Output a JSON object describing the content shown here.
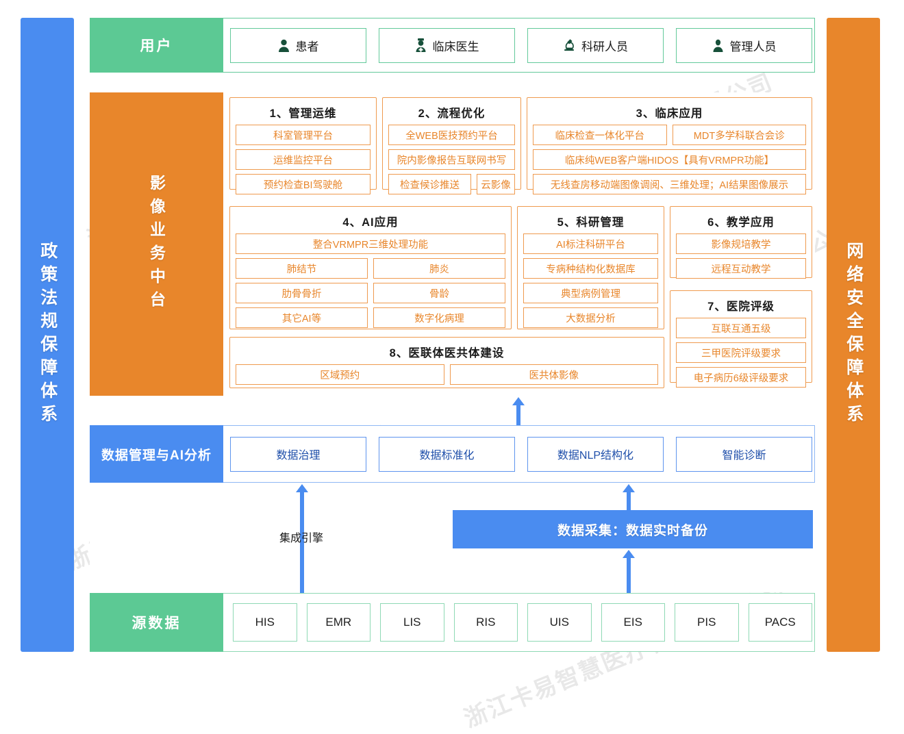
{
  "pillars": {
    "left": {
      "label": "政策法规保障体系",
      "color": "#4a8cf0"
    },
    "right": {
      "label": "网络安全保障体系",
      "color": "#e8862b"
    }
  },
  "user_band": {
    "label": "用户",
    "color": "#5cc994",
    "items": [
      {
        "label": "患者",
        "icon": "person-icon"
      },
      {
        "label": "临床医生",
        "icon": "doctor-icon"
      },
      {
        "label": "科研人员",
        "icon": "microscope-icon"
      },
      {
        "label": "管理人员",
        "icon": "person-tie-icon"
      }
    ]
  },
  "mid_band": {
    "label": "影像业务中台",
    "color": "#e8862b",
    "groups": [
      {
        "title": "1、管理运维",
        "rows": [
          [
            "科室管理平台"
          ],
          [
            "运维监控平台"
          ],
          [
            "预约检查BI驾驶舱"
          ]
        ]
      },
      {
        "title": "2、流程优化",
        "rows": [
          [
            "全WEB医技预约平台"
          ],
          [
            "院内影像报告互联网书写"
          ],
          [
            "检查候诊推送",
            "云影像"
          ]
        ]
      },
      {
        "title": "3、临床应用",
        "rows": [
          [
            "临床检查一体化平台",
            "MDT多学科联合会诊"
          ],
          [
            "临床纯WEB客户端HIDOS【具有VRMPR功能】"
          ],
          [
            "无线查房移动端图像调阅、三维处理；AI结果图像展示"
          ]
        ]
      },
      {
        "title": "4、AI应用",
        "rows": [
          [
            "整合VRMPR三维处理功能"
          ],
          [
            "肺结节",
            "肺炎"
          ],
          [
            "肋骨骨折",
            "骨龄"
          ],
          [
            "其它AI等",
            "数字化病理"
          ]
        ]
      },
      {
        "title": "5、科研管理",
        "rows": [
          [
            "AI标注科研平台"
          ],
          [
            "专病种结构化数据库"
          ],
          [
            "典型病例管理"
          ],
          [
            "大数据分析"
          ]
        ]
      },
      {
        "title": "6、教学应用",
        "rows": [
          [
            "影像规培教学"
          ],
          [
            "远程互动教学"
          ]
        ]
      },
      {
        "title": "7、医院评级",
        "rows": [
          [
            "互联互通五级"
          ],
          [
            "三甲医院评级要求"
          ],
          [
            "电子病历6级评级要求"
          ]
        ]
      },
      {
        "title": "8、医联体医共体建设",
        "rows": [
          [
            "区域预约",
            "医共体影像"
          ]
        ]
      }
    ]
  },
  "data_band": {
    "label": "数据管理与AI分析",
    "color": "#4a8cf0",
    "items": [
      "数据治理",
      "数据标准化",
      "数据NLP结构化",
      "智能诊断"
    ]
  },
  "middle_gap": {
    "engine_label": "集成引擎",
    "collect_label": "数据采集：数据实时备份",
    "collect_color": "#4a8cf0"
  },
  "source_band": {
    "label": "源数据",
    "color": "#5cc994",
    "items": [
      "HIS",
      "EMR",
      "LIS",
      "RIS",
      "UIS",
      "EIS",
      "PIS",
      "PACS"
    ]
  },
  "watermark": {
    "text": "浙江卡易智慧医疗科技有限公司"
  }
}
